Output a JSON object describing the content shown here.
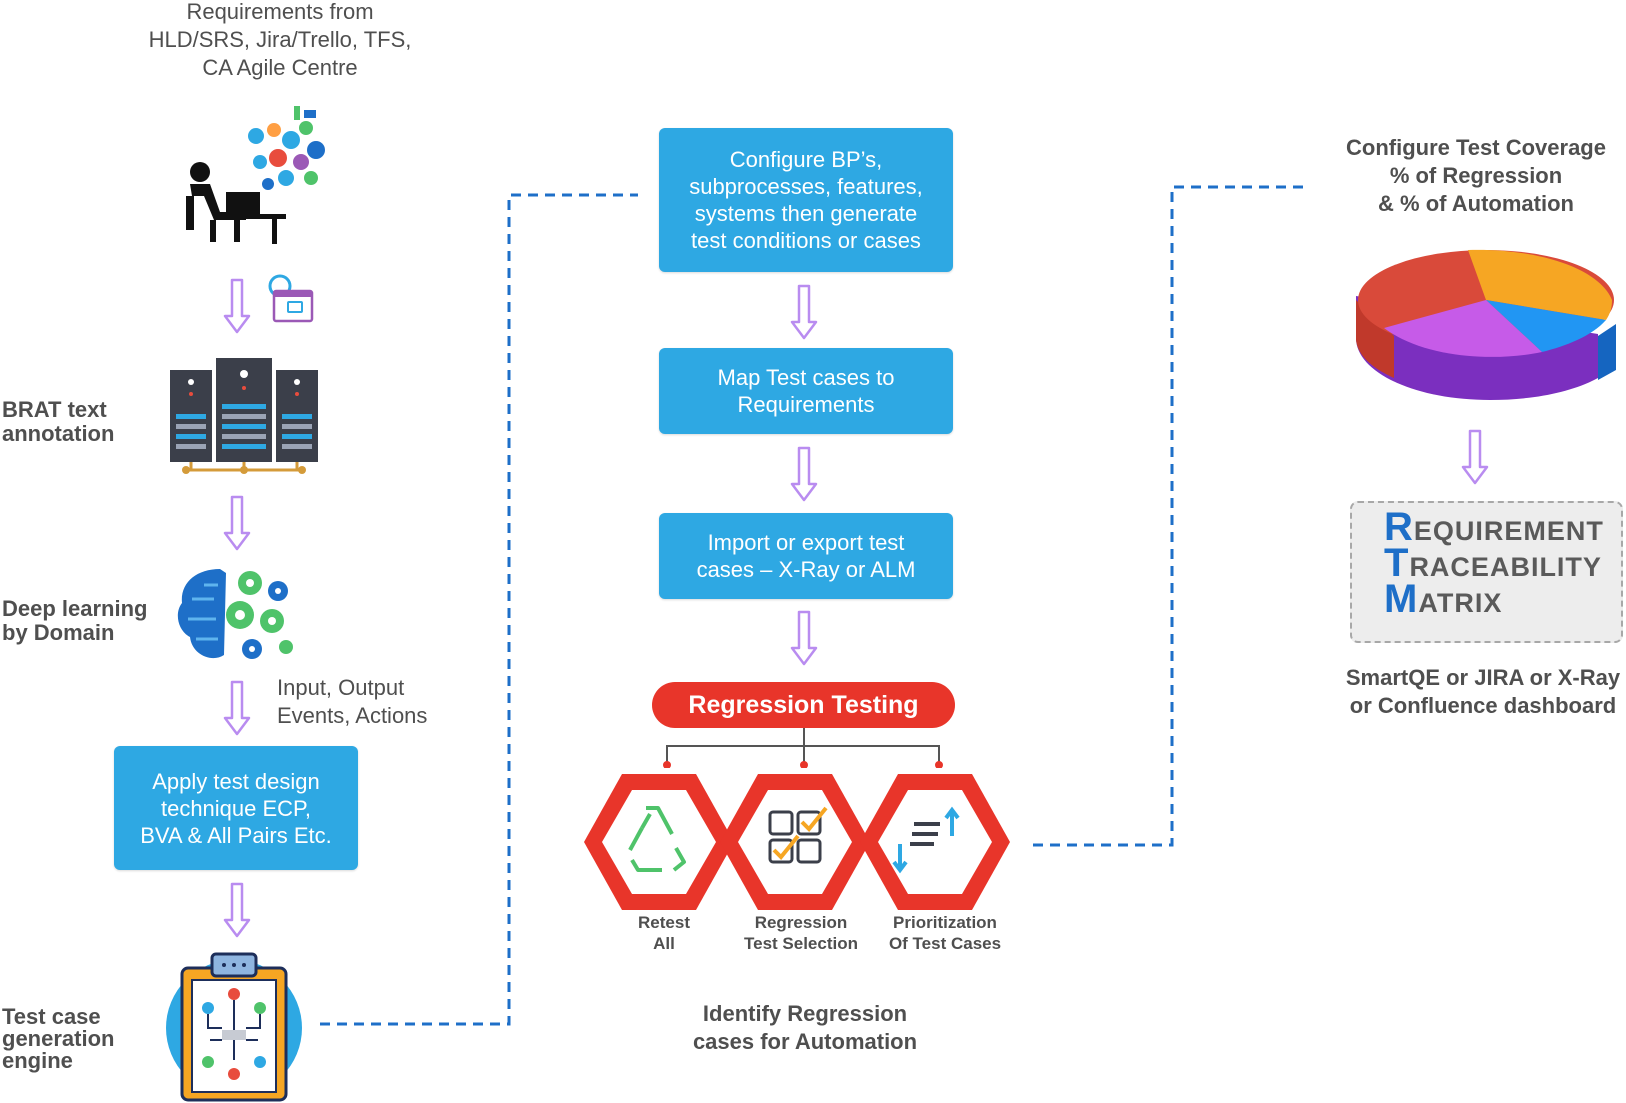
{
  "left_column": {
    "requirements_label": [
      "Requirements from",
      "HLD/SRS, Jira/Trello, TFS,",
      "CA Agile Centre"
    ],
    "brat_label": [
      "BRAT text",
      "annotation"
    ],
    "deep_learning_label": [
      "Deep learning",
      "by Domain"
    ],
    "io_label": [
      "Input, Output",
      "Events, Actions"
    ],
    "test_design_box": [
      "Apply test design",
      "technique ECP,",
      "BVA & All Pairs Etc."
    ],
    "engine_label": [
      "Test case",
      "generation",
      "engine"
    ]
  },
  "middle_column": {
    "configure_box": [
      "Configure BP’s,",
      "subprocesses, features,",
      "systems then generate",
      "test conditions or cases"
    ],
    "map_box": [
      "Map Test cases to",
      "Requirements"
    ],
    "import_box": [
      "Import or export test",
      "cases – X-Ray or ALM"
    ],
    "regression_pill": "Regression Testing",
    "hexagons": [
      {
        "caption": [
          "Retest",
          "All"
        ],
        "icon": "recycle-icon"
      },
      {
        "caption": [
          "Regression",
          "Test Selection"
        ],
        "icon": "checklist-grid-icon"
      },
      {
        "caption": [
          "Prioritization",
          "Of Test Cases"
        ],
        "icon": "sort-priority-icon"
      }
    ],
    "identify_label": [
      "Identify Regression",
      "cases for Automation"
    ]
  },
  "right_column": {
    "coverage_label": [
      "Configure Test Coverage",
      "% of Regression",
      "& % of Automation"
    ],
    "rtm": [
      {
        "initial": "R",
        "rest": "EQUIREMENT"
      },
      {
        "initial": "T",
        "rest": "RACEABILITY"
      },
      {
        "initial": "M",
        "rest": "ATRIX"
      }
    ],
    "dashboard_label": [
      "SmartQE or JIRA or X-Ray",
      "or Confluence dashboard"
    ]
  },
  "colors": {
    "box_blue": "#2ea8e3",
    "arrow_purple": "#b98cf0",
    "regression_red": "#e8352a",
    "connector_blue": "#1e6fc8",
    "rtm_initial": "#1e6fc8"
  }
}
